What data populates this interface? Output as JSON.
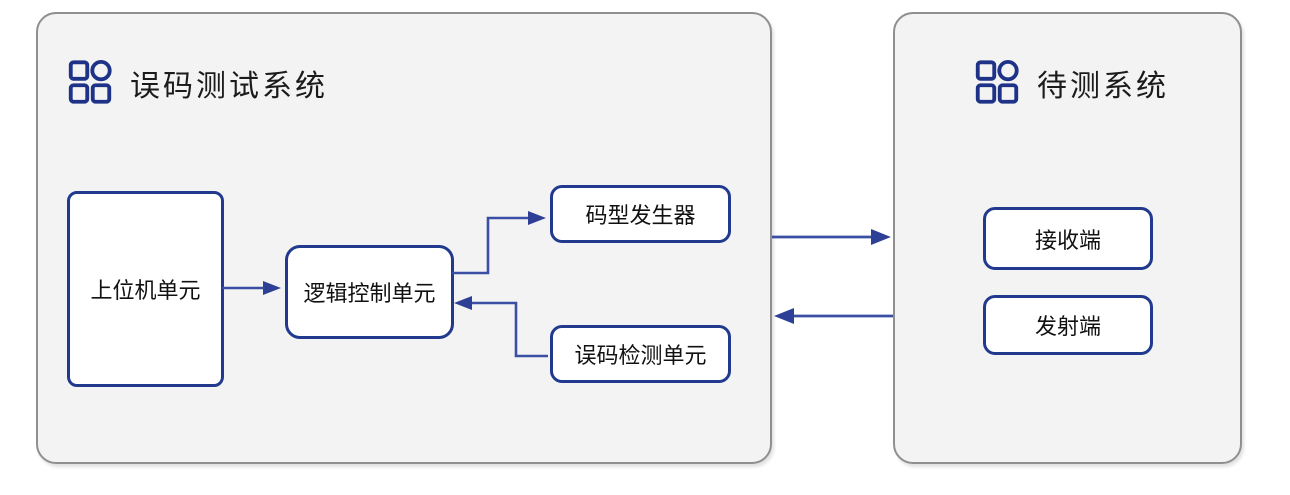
{
  "diagram": {
    "left_panel": {
      "title": "误码测试系统",
      "icon": "category-grid-icon",
      "nodes": {
        "host": "上位机单元",
        "logic": "逻辑控制单元",
        "pattern": "码型发生器",
        "detector": "误码检测单元"
      }
    },
    "right_panel": {
      "title": "待测系统",
      "icon": "category-grid-icon",
      "nodes": {
        "receiver": "接收端",
        "transmitter": "发射端"
      }
    },
    "edges": [
      {
        "from": "上位机单元",
        "to": "逻辑控制单元",
        "direction": "right"
      },
      {
        "from": "逻辑控制单元",
        "to": "码型发生器",
        "direction": "right-up"
      },
      {
        "from": "误码检测单元",
        "to": "逻辑控制单元",
        "direction": "left-up"
      },
      {
        "from": "误码测试系统",
        "to": "待测系统",
        "direction": "right"
      },
      {
        "from": "待测系统",
        "to": "误码测试系统",
        "direction": "left"
      }
    ],
    "colors": {
      "node_border": "#213a8e",
      "arrow_line": "#3a4fa3",
      "arrow_head": "#2e4096",
      "icon": "#1e3287",
      "panel_border": "#8f8f8f",
      "panel_fill": "#f3f3f4"
    }
  }
}
